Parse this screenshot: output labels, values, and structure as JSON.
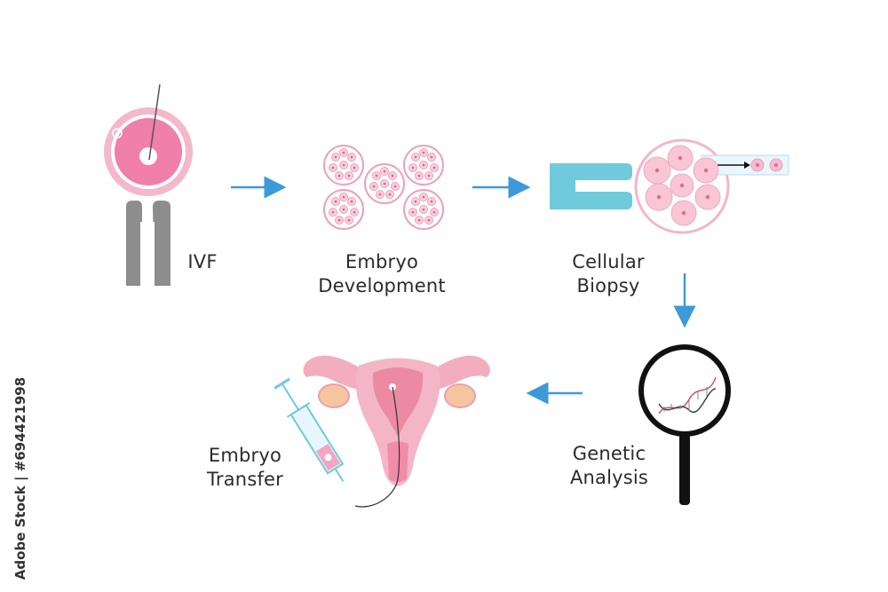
{
  "steps": [
    {
      "id": "ivf",
      "line1": "IVF",
      "line2": ""
    },
    {
      "id": "embryo-development",
      "line1": "Embryo",
      "line2": "Development"
    },
    {
      "id": "cellular-biopsy",
      "line1": "Cellular",
      "line2": "Biopsy"
    },
    {
      "id": "genetic-analysis",
      "line1": "Genetic",
      "line2": "Analysis"
    },
    {
      "id": "embryo-transfer",
      "line1": "Embryo",
      "line2": "Transfer"
    }
  ],
  "watermark": {
    "text": "Adobe Stock | #694421998"
  },
  "colors": {
    "pink": "#f2b6c9",
    "pinkDark": "#e98aae",
    "arrow": "#3d9ad9",
    "teal": "#6fcadb",
    "gray": "#8d8d8d",
    "black": "#111111"
  }
}
